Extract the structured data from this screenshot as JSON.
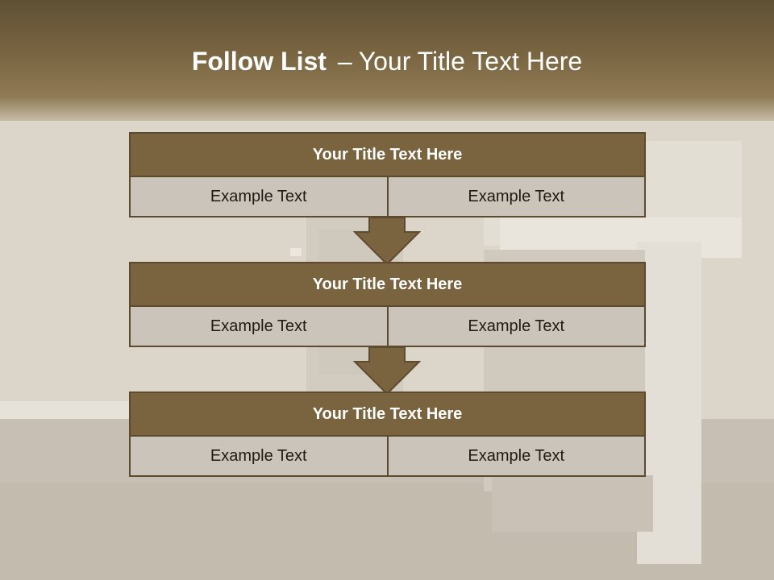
{
  "slide": {
    "title_bold": "Follow List",
    "title_dash": "–",
    "title_rest": "Your Title Text Here"
  },
  "blocks": [
    {
      "title": "Your Title Text Here",
      "left": "Example Text",
      "right": "Example Text"
    },
    {
      "title": "Your Title Text Here",
      "left": "Example Text",
      "right": "Example Text"
    },
    {
      "title": "Your Title Text Here",
      "left": "Example Text",
      "right": "Example Text"
    }
  ],
  "colors": {
    "header_brown": "#7a6440",
    "cell_gray": "#cbc4bb",
    "border_brown": "#5c4b2e",
    "arrow_brown": "#7a6440"
  }
}
